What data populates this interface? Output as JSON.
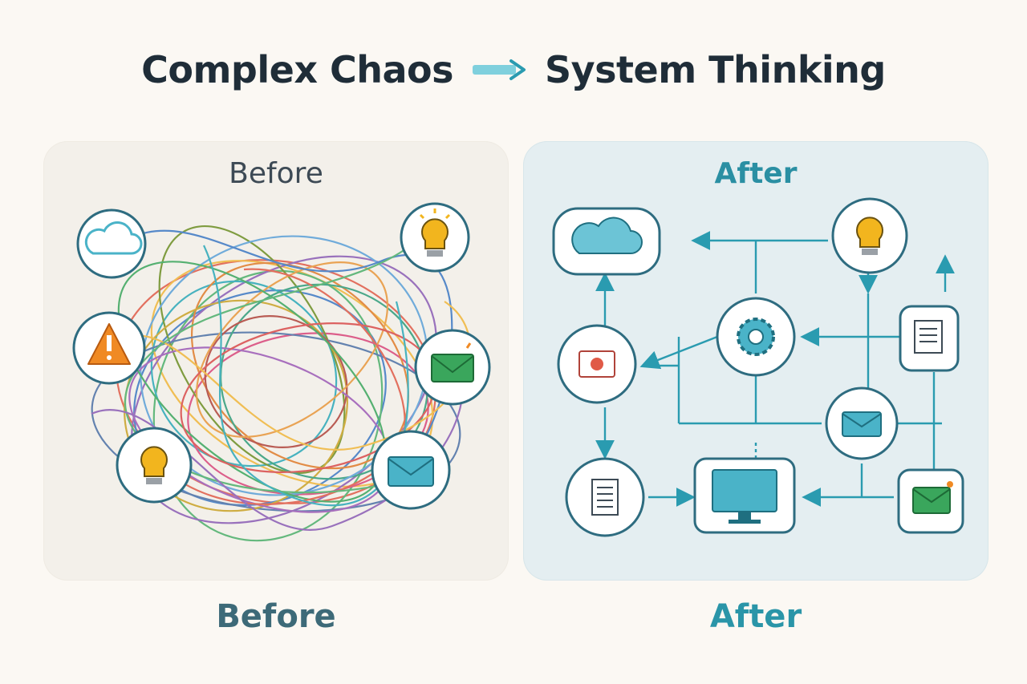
{
  "title": {
    "left": "Complex Chaos",
    "right": "System Thinking"
  },
  "before_panel": {
    "label": "Before",
    "caption": "Before"
  },
  "after_panel": {
    "label": "After",
    "caption": "After"
  },
  "colors": {
    "teal": "#2a9bb0",
    "dark_text": "#1f2d38",
    "bulb": "#f2b51e",
    "warning": "#f08a24",
    "envelope_green": "#3aa65c",
    "envelope_blue": "#4ab3c8"
  },
  "icons": {
    "before": [
      "cloud-icon",
      "lightbulb-icon",
      "warning-icon",
      "envelope-icon",
      "lightbulb-icon",
      "envelope-icon"
    ],
    "after": [
      "cloud-icon",
      "lightbulb-icon",
      "envelope-icon",
      "gear-icon",
      "document-icon",
      "envelope-icon",
      "document-icon",
      "monitor-icon",
      "envelope-icon"
    ]
  }
}
